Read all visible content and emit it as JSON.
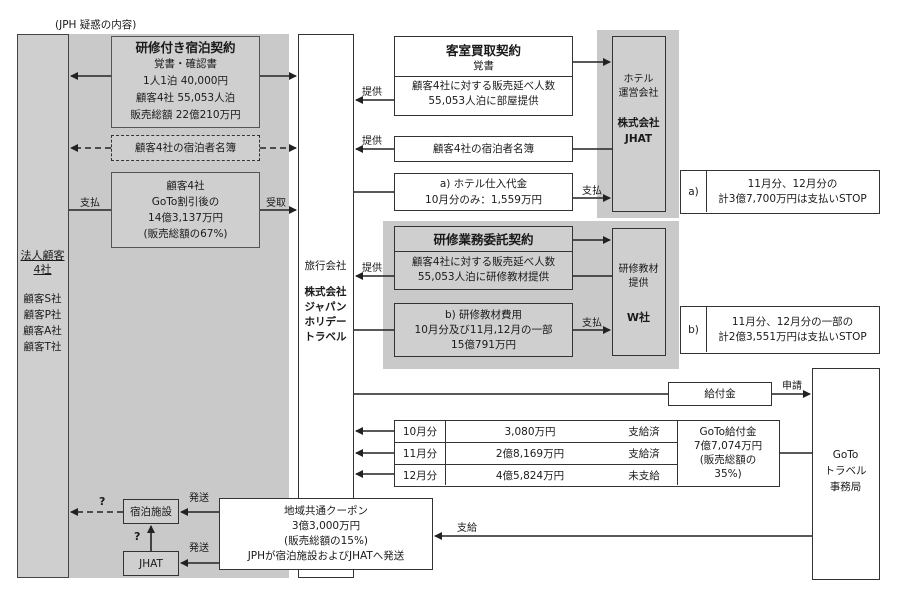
{
  "header_note": "(JPH 疑惑の内容)",
  "corporate_clients": {
    "title": "法人顧客",
    "count": "4社",
    "members": [
      "顧客S社",
      "顧客P社",
      "顧客A社",
      "顧客T社"
    ]
  },
  "training_stay_contract": {
    "title": "研修付き宿泊契約",
    "doc": "覚書・確認書",
    "lines": [
      "1人1泊 40,000円",
      "顧客4社 55,053人泊",
      "販売総額 22億210万円"
    ]
  },
  "guest_register_left": "顧客4社の宿泊者名簿",
  "payment_box": {
    "lines": [
      "顧客4社",
      "GoTo割引後の",
      "14億3,137万円",
      "(販売総額の67%)"
    ]
  },
  "labels": {
    "pay_left": "支払",
    "receive": "受取",
    "provide1": "提供",
    "provide2": "提供",
    "provide3": "提供",
    "pay_a": "支払",
    "pay_b": "支払",
    "apply": "申請",
    "disburse": "支給",
    "ship1": "発送",
    "ship2": "発送",
    "q1": "?",
    "q2": "?"
  },
  "travel_agency": {
    "label": "旅行会社",
    "name_lines": [
      "株式会社",
      "ジャパン",
      "ホリデー",
      "トラベル"
    ]
  },
  "room_purchase_contract": {
    "title": "客室買取契約",
    "doc": "覚書",
    "lines": [
      "顧客4社に対する販売延べ人数",
      "55,053人泊に部屋提供"
    ]
  },
  "guest_register_right": "顧客4社の宿泊者名簿",
  "hotel_cost": {
    "lines": [
      "a) ホテル仕入代金",
      "10月分のみ：1,559万円"
    ]
  },
  "hotel_company": {
    "label_lines": [
      "ホテル",
      "運営会社"
    ],
    "name_lines": [
      "株式会社",
      "JHAT"
    ]
  },
  "note_a": {
    "tag": "a)",
    "lines": [
      "11月分、12月分の",
      "計3億7,700万円は支払いSTOP"
    ]
  },
  "training_outsourcing": {
    "title": "研修業務委託契約",
    "lines": [
      "顧客4社に対する販売延べ人数",
      "55,053人泊に研修教材提供"
    ]
  },
  "training_cost": {
    "lines": [
      "b) 研修教材費用",
      "10月分及び11月,12月の一部",
      "15億791万円"
    ]
  },
  "material_company": {
    "label_lines": [
      "研修教材",
      "提供"
    ],
    "name": "W社"
  },
  "note_b": {
    "tag": "b)",
    "lines": [
      "11月分、12月分の一部の",
      "計2億3,551万円は支払いSTOP"
    ]
  },
  "subsidy": "給付金",
  "goto_table": {
    "rows": [
      {
        "month": "10月分",
        "amount": "3,080万円",
        "status": "支給済"
      },
      {
        "month": "11月分",
        "amount": "2億8,169万円",
        "status": "支給済"
      },
      {
        "month": "12月分",
        "amount": "4億5,824万円",
        "status": "未支給"
      }
    ],
    "summary_lines": [
      "GoTo給付金",
      "7億7,074万円",
      "(販売総額の",
      "35%)"
    ]
  },
  "goto_office": {
    "lines": [
      "GoTo",
      "トラベル",
      "事務局"
    ]
  },
  "coupon": {
    "lines": [
      "地域共通クーポン",
      "3億3,000万円",
      "(販売総額の15%)",
      "JPHが宿泊施設およびJHATへ発送"
    ]
  },
  "lodging_facility": "宿泊施設",
  "jhat_small": "JHAT"
}
